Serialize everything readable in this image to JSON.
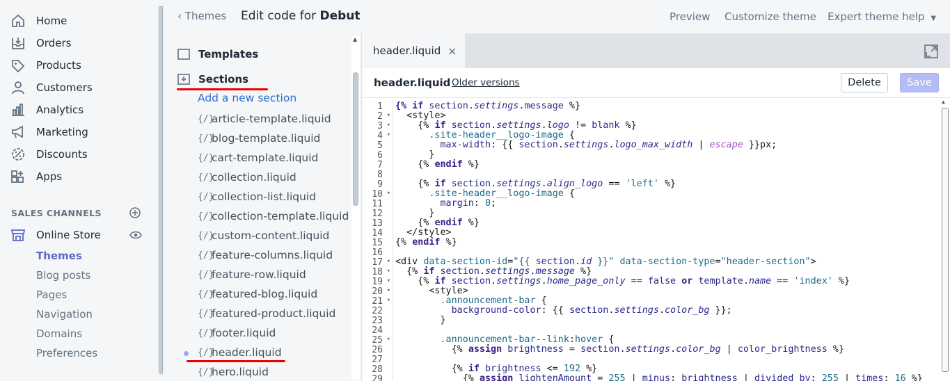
{
  "nav": {
    "items": [
      {
        "label": "Home",
        "icon": "home-icon"
      },
      {
        "label": "Orders",
        "icon": "orders-icon"
      },
      {
        "label": "Products",
        "icon": "tag-icon"
      },
      {
        "label": "Customers",
        "icon": "person-icon"
      },
      {
        "label": "Analytics",
        "icon": "chart-icon"
      },
      {
        "label": "Marketing",
        "icon": "megaphone-icon"
      },
      {
        "label": "Discounts",
        "icon": "discount-icon"
      },
      {
        "label": "Apps",
        "icon": "apps-icon"
      }
    ],
    "channels_title": "SALES CHANNELS",
    "online_store": "Online Store",
    "sub_items": [
      "Themes",
      "Blog posts",
      "Pages",
      "Navigation",
      "Domains",
      "Preferences"
    ],
    "active_sub": "Themes"
  },
  "topbar": {
    "back": "Themes",
    "title_prefix": "Edit code for",
    "theme_name": "Debut",
    "preview": "Preview",
    "customize": "Customize theme",
    "help": "Expert theme help"
  },
  "tree": {
    "templates": "Templates",
    "sections": "Sections",
    "add_new": "Add a new section",
    "file_icon": "{/}",
    "files": [
      "article-template.liquid",
      "blog-template.liquid",
      "cart-template.liquid",
      "collection.liquid",
      "collection-list.liquid",
      "collection-template.liquid",
      "custom-content.liquid",
      "feature-columns.liquid",
      "feature-row.liquid",
      "featured-blog.liquid",
      "featured-product.liquid",
      "footer.liquid",
      "header.liquid",
      "hero.liquid"
    ]
  },
  "editor": {
    "tab_label": "header.liquid",
    "tab_close": "×",
    "file_name": "header.liquid",
    "older_versions": "Older versions",
    "delete": "Delete",
    "save": "Save",
    "line_numbers": [
      "1",
      "2",
      "3",
      "4",
      "5",
      "6",
      "7",
      "8",
      "9",
      "10",
      "11",
      "12",
      "13",
      "14",
      "15",
      "16",
      "17",
      "18",
      "19",
      "20",
      "21",
      "22",
      "23",
      "24",
      "25",
      "26",
      "27",
      "28",
      "29"
    ],
    "folds": [
      "",
      "▾",
      "▾",
      "▾",
      "",
      "",
      "",
      "",
      "",
      "▾",
      "",
      "",
      "",
      "",
      "",
      "",
      "▾",
      "▾",
      "▾",
      "▾",
      "▾",
      "",
      "",
      "",
      "▾",
      "",
      "",
      "",
      ""
    ]
  },
  "colors": {
    "accent": "#5c6ac4",
    "link": "#2c6ecb",
    "save_disabled": "#b3bcf5",
    "annotation_red": "#e00000"
  }
}
